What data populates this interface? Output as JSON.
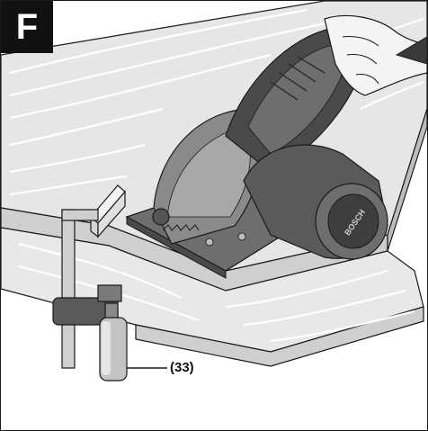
{
  "figure": {
    "letter": "F",
    "callout_label": "(33)",
    "brand_text": "BOSCH"
  },
  "colors": {
    "wood_face": "#e6e6e6",
    "wood_edge": "#cfcfcf",
    "grain": "#ffffff",
    "outline": "#1a1a1a",
    "tool_dark": "#4a4a4a",
    "tool_mid": "#6e6e6e",
    "tool_light": "#9a9a9a",
    "clamp_metal": "#bdbdbd",
    "clamp_dark": "#555555"
  }
}
